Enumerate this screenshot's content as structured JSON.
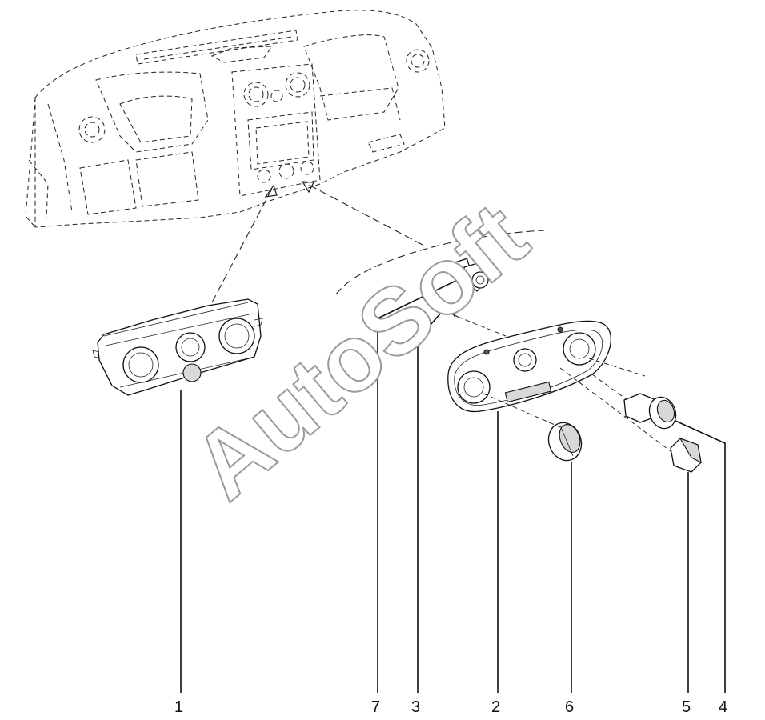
{
  "watermark": "AutoSoft",
  "callouts": [
    {
      "id": "1",
      "label": "1"
    },
    {
      "id": "7",
      "label": "7"
    },
    {
      "id": "3",
      "label": "3"
    },
    {
      "id": "2",
      "label": "2"
    },
    {
      "id": "6",
      "label": "6"
    },
    {
      "id": "5",
      "label": "5"
    },
    {
      "id": "4",
      "label": "4"
    }
  ],
  "colors": {
    "line": "#1a1a1a",
    "watermark_outline": "#9a9a9a",
    "background": "#ffffff"
  }
}
